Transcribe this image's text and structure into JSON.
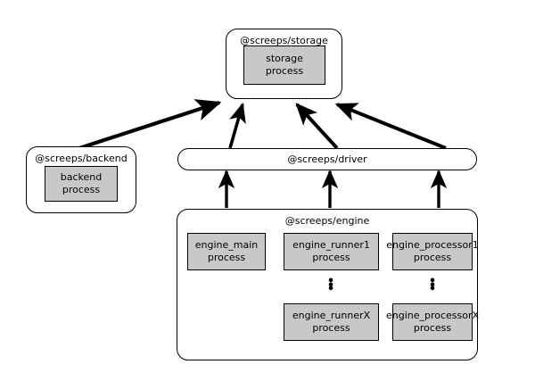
{
  "diagram": {
    "title": "screeps architecture process diagram",
    "background_color": "#ffffff",
    "line_color": "#000000",
    "process_fill_color": "#c8c8c8",
    "modules": [
      {
        "id": "storage",
        "label": "@screeps/storage",
        "processes": [
          {
            "id": "storage-process",
            "name": "storage",
            "kind": "process"
          }
        ]
      },
      {
        "id": "backend",
        "label": "@screeps/backend",
        "processes": [
          {
            "id": "backend-process",
            "name": "backend",
            "kind": "process"
          }
        ]
      },
      {
        "id": "driver",
        "label": "@screeps/driver",
        "processes": []
      },
      {
        "id": "engine",
        "label": "@screeps/engine",
        "processes": [
          {
            "id": "engine-main",
            "name": "engine_main",
            "kind": "process"
          },
          {
            "id": "engine-runner1",
            "name": "engine_runner1",
            "kind": "process"
          },
          {
            "id": "engine-processor1",
            "name": "engine_processor1",
            "kind": "process"
          },
          {
            "id": "engine-runnerx",
            "name": "engine_runnerX",
            "kind": "process"
          },
          {
            "id": "engine-processorx",
            "name": "engine_processorX",
            "kind": "process"
          }
        ],
        "ellipsis": [
          "runner-series-continues",
          "processor-series-continues"
        ]
      }
    ],
    "process_suffix": "process",
    "ellipsis_glyph": "•",
    "connections": [
      {
        "from": "backend",
        "to": "storage",
        "style": "solid-arrow"
      },
      {
        "from": "driver",
        "to": "storage",
        "style": "solid-arrow",
        "count": 3
      },
      {
        "from": "engine",
        "to": "driver",
        "style": "solid-arrow",
        "count": 3
      }
    ]
  }
}
